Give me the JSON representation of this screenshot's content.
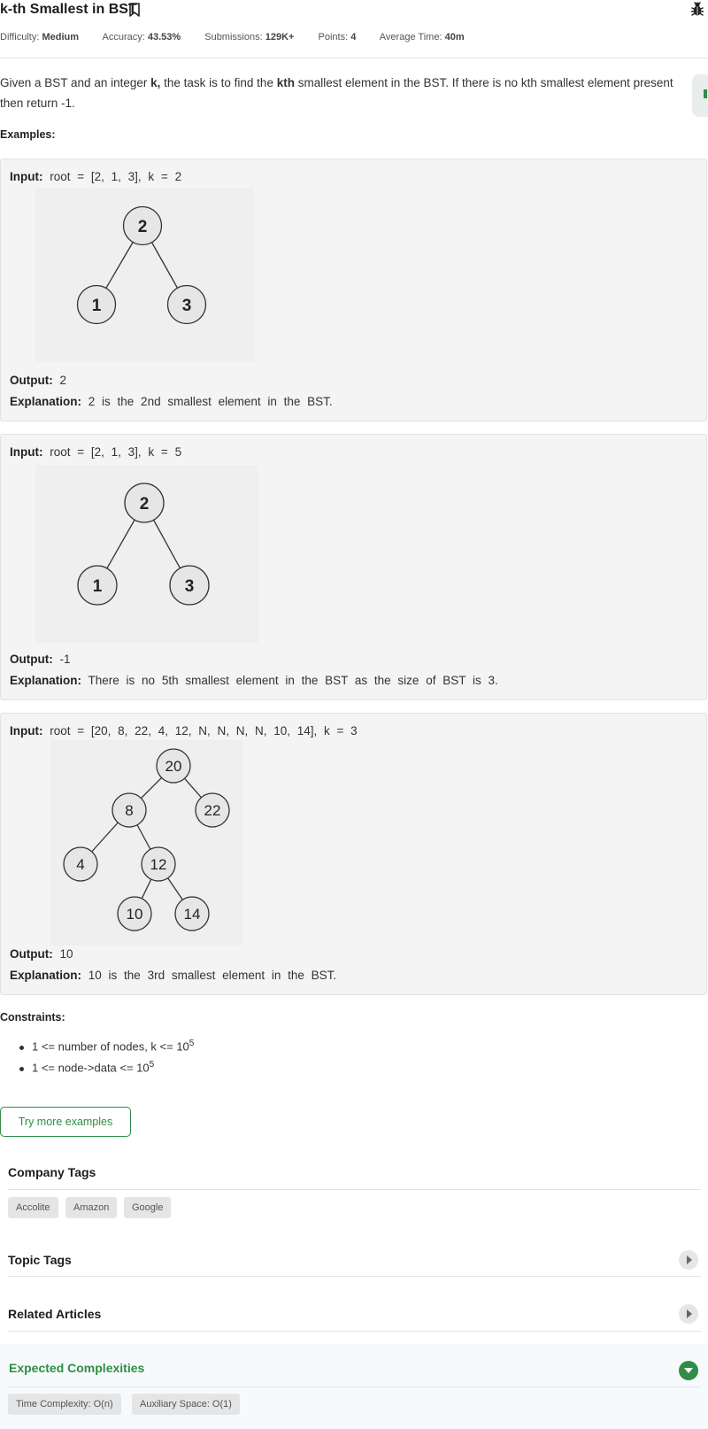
{
  "problem": {
    "title": "k-th Smallest in BST",
    "meta": [
      {
        "label": "Difficulty:",
        "value": "Medium"
      },
      {
        "label": "Accuracy:",
        "value": "43.53%"
      },
      {
        "label": "Submissions:",
        "value": "129K+"
      },
      {
        "label": "Points:",
        "value": "4"
      },
      {
        "label": "Average Time:",
        "value": "40m"
      }
    ],
    "description": {
      "p1": "Given a BST and an integer ",
      "k_bold": "k,",
      "p2": " the task is to find the ",
      "kth_bold": "kth",
      "p3": " smallest element in the BST. If there is no kth smallest element present then return -1."
    }
  },
  "examples_label": "Examples:",
  "examples": [
    {
      "input_label": "Input:",
      "input": "root = [2, 1, 3], k = 2",
      "output_label": "Output:",
      "output": "2",
      "explanation_label": "Explanation:",
      "explanation": "2 is the 2nd smallest element in the BST.",
      "tree_nodes": [
        "2",
        "1",
        "3"
      ]
    },
    {
      "input_label": "Input:",
      "input": "root = [2, 1, 3], k = 5",
      "output_label": "Output:",
      "output": "-1",
      "explanation_label": "Explanation:",
      "explanation": "There is no 5th smallest element in the BST as the size of BST is 3.",
      "tree_nodes": [
        "2",
        "1",
        "3"
      ]
    },
    {
      "input_label": "Input:",
      "input": "root = [20, 8, 22, 4, 12, N, N, N, N, 10, 14], k = 3",
      "output_label": "Output:",
      "output": "10",
      "explanation_label": "Explanation:",
      "explanation": "10 is the 3rd smallest element in the BST.",
      "tree_nodes": [
        "20",
        "8",
        "22",
        "4",
        "12",
        "10",
        "14"
      ]
    }
  ],
  "constraints": {
    "label": "Constraints:",
    "items": [
      {
        "text": "1 <= number of nodes, k <= 10",
        "sup": "5"
      },
      {
        "text": "1 <= node->data <= 10",
        "sup": "5"
      }
    ]
  },
  "try_more_button": "Try more examples",
  "company_tags": {
    "title": "Company Tags",
    "tags": [
      "Accolite",
      "Amazon",
      "Google"
    ]
  },
  "topic_tags": {
    "title": "Topic Tags"
  },
  "related_articles": {
    "title": "Related Articles"
  },
  "expected_complexities": {
    "title": "Expected Complexities",
    "tags": [
      "Time Complexity: O(n)",
      "Auxiliary Space: O(1)"
    ]
  },
  "colors": {
    "accent": "#2f8d46",
    "example_bg": "#f4f4f4",
    "node_fill": "#e6e6e6"
  },
  "icons": [
    "bookmark-icon",
    "bug-icon",
    "chevron-right-icon",
    "chevron-down-icon"
  ]
}
